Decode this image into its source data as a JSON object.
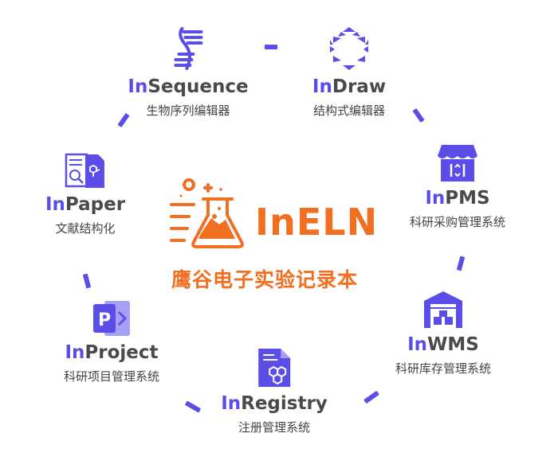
{
  "colors": {
    "accent": "#5b4ee8",
    "brand": "#f26f21",
    "text": "#4a4a4a"
  },
  "center": {
    "name": "InELN",
    "subtitle": "鹰谷电子实验记录本",
    "icon": "flask-icon"
  },
  "modules": [
    {
      "prefix": "In",
      "name": "Sequence",
      "desc": "生物序列编辑器",
      "icon": "dna-icon"
    },
    {
      "prefix": "In",
      "name": "Draw",
      "desc": "结构式编辑器",
      "icon": "hexagon-structure-icon"
    },
    {
      "prefix": "In",
      "name": "PMS",
      "desc": "科研采购管理系统",
      "icon": "store-icon"
    },
    {
      "prefix": "In",
      "name": "WMS",
      "desc": "科研库存管理系统",
      "icon": "warehouse-icon"
    },
    {
      "prefix": "In",
      "name": "Registry",
      "desc": "注册管理系统",
      "icon": "registry-document-icon"
    },
    {
      "prefix": "In",
      "name": "Project",
      "desc": "科研项目管理系统",
      "icon": "project-icon"
    },
    {
      "prefix": "In",
      "name": "Paper",
      "desc": "文献结构化",
      "icon": "paper-icon"
    }
  ]
}
